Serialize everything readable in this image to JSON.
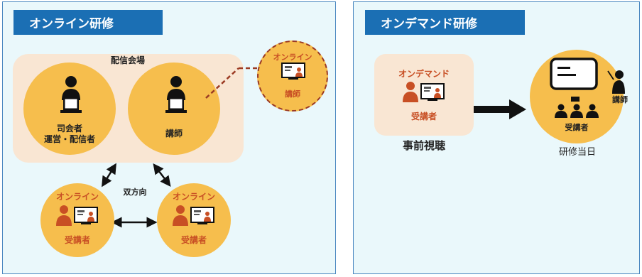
{
  "online": {
    "title": "オンライン研修",
    "venue_label": "配信会場",
    "host_label_1": "司会者",
    "host_label_2": "運営・配信者",
    "lecturer_label": "講師",
    "remote_lecturer_top": "オンライン",
    "remote_lecturer_bottom": "講師",
    "bidirectional": "双方向",
    "attendee_left_top": "オンライン",
    "attendee_left_bottom": "受講者",
    "attendee_right_top": "オンライン",
    "attendee_right_bottom": "受講者"
  },
  "ondemand": {
    "title": "オンデマンド研修",
    "box_top": "オンデマンド",
    "box_bottom": "受講者",
    "pre_viewing": "事前視聴",
    "day_lecturer": "講師",
    "day_attendees": "受講者",
    "day_label": "研修当日"
  },
  "colors": {
    "panel_bg": "#eaf8fb",
    "panel_border": "#4a87c0",
    "title_bg": "#1b6fb4",
    "venue_bg": "#f9e6d3",
    "circle": "#f6be4d",
    "accent_red": "#c84f24"
  }
}
